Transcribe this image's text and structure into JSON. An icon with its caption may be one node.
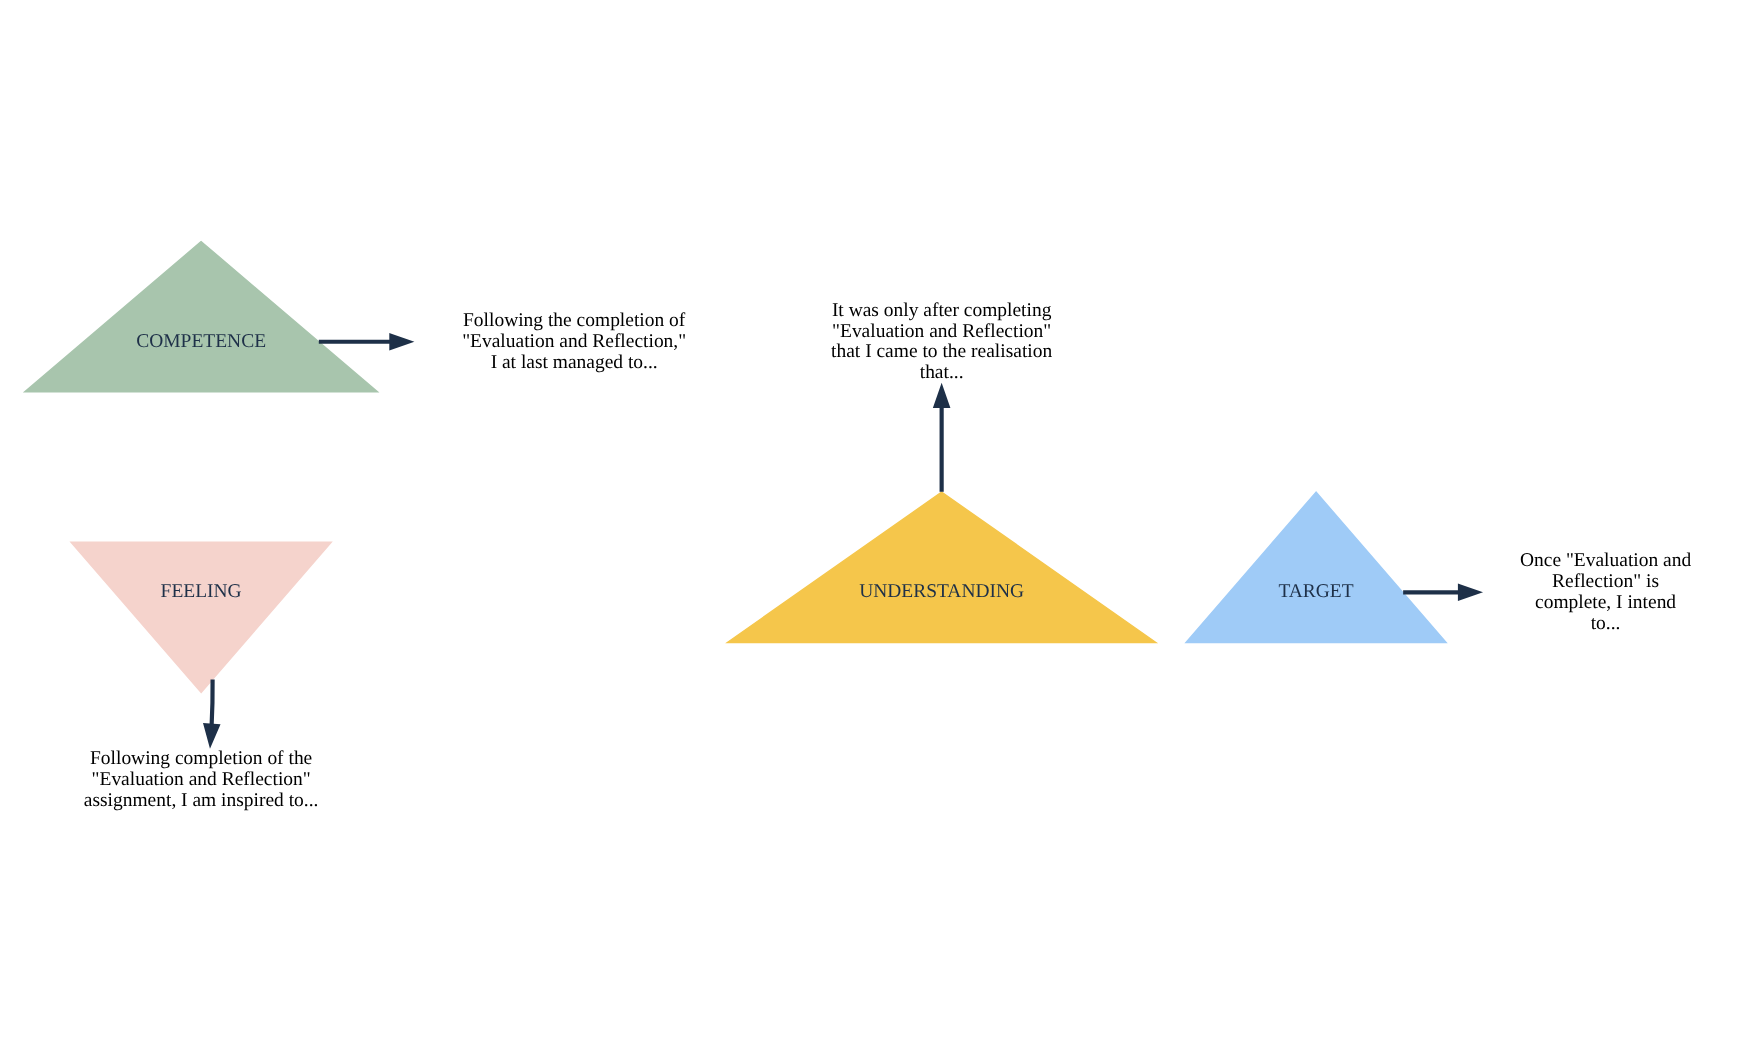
{
  "diagram": {
    "nodes": [
      {
        "text": [
          "COMPETENCE"
        ]
      },
      {
        "text": [
          "FEELING"
        ]
      },
      {
        "text": [
          "UNDERSTANDING"
        ]
      },
      {
        "text": [
          "TARGET"
        ]
      },
      {
        "text": [
          "It was only after completing \"Evaluation and Reflection\" that I came to the realisation that..."
        ]
      },
      {
        "text": [
          "Following the completion of \"Evaluation and Reflection,\" I at last managed to..."
        ]
      },
      {
        "text": [
          "Once \"Evaluation and Reflection\" is complete, I intend to..."
        ]
      },
      {
        "text": [
          "Following completion of the \"Evaluation and Reflection\" assignment, I am inspired to..."
        ]
      }
    ],
    "edges": [
      {
        "from": 0,
        "to": 5,
        "arrow": "to"
      },
      {
        "from": 2,
        "to": 4,
        "arrow": "to"
      },
      {
        "from": 3,
        "to": 6,
        "arrow": "to"
      },
      {
        "from": 1,
        "to": 7,
        "arrow": "to"
      }
    ]
  }
}
